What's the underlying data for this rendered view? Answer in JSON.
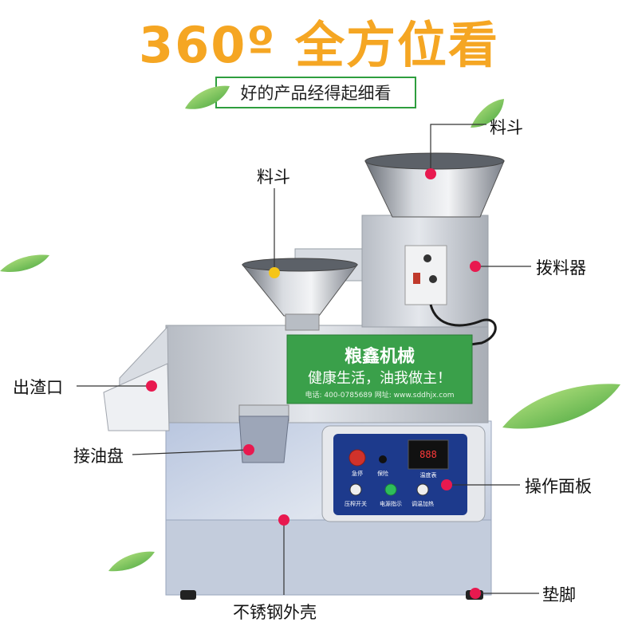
{
  "header": {
    "title": "360º 全方位看",
    "subtitle": "好的产品经得起细看"
  },
  "machine": {
    "sign": {
      "brand": "粮鑫机械",
      "slogan": "健康生活，油我做主！",
      "contact": "电话: 400-0785689    网址: www.sddhjx.com"
    },
    "panel_labels": {
      "emergency_stop": "急停",
      "fuse": "保险",
      "temperature": "温度表",
      "press_switch": "压榨开关",
      "power_indicator": "电源指示",
      "heating": "调温加热"
    },
    "display_reading": "888"
  },
  "callouts": {
    "hopper_top": "料斗",
    "hopper_left": "料斗",
    "stirrer": "拨料器",
    "residue_outlet": "出渣口",
    "oil_tray": "接油盘",
    "control_panel": "操作面板",
    "foot_pad": "垫脚",
    "steel_shell": "不锈钢外壳"
  },
  "colors": {
    "title": "#f5a623",
    "dot": "#e8194f",
    "sign_green": "#3aa04a",
    "panel_blue": "#1d3a8c",
    "steel": "#c9ced6"
  }
}
